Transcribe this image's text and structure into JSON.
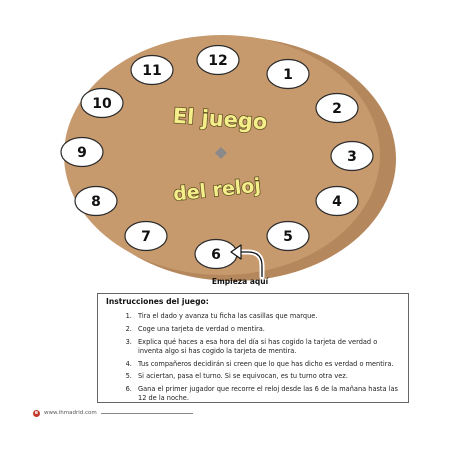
{
  "board": {
    "title_line1": "El juego",
    "title_line2": "del reloj",
    "start_label": "Empieza aquí",
    "start_arrow_icon": "curved-arrow-icon",
    "colors": {
      "board_fill": "#c79a6e",
      "board_rim": "#b5875c",
      "title_fill": "#f4ef8a",
      "title_outline": "#5a4a1c"
    },
    "hours": [
      "12",
      "1",
      "2",
      "3",
      "4",
      "5",
      "6",
      "7",
      "8",
      "9",
      "10",
      "11"
    ]
  },
  "instructions": {
    "heading": "Instrucciones del juego:",
    "steps": [
      "Tira el dado y avanza tu ficha las casillas que marque.",
      "Coge una tarjeta de verdad o mentira.",
      "Explica qué haces a esa hora del día si has cogido la tarjeta de verdad o inventa algo si has cogido la tarjeta de mentira.",
      "Tus compañeros decidirán si creen que lo que has dicho es verdad o mentira.",
      "Si aciertan, pasa el turno. Si se equivocan, es tu turno otra vez.",
      "Gana el primer jugador que recorre el reloj desde las 6 de la mañana hasta las 12 de la noche."
    ]
  },
  "footer": {
    "url": "www.ihmadrid.com",
    "logo_icon": "ih-logo-icon"
  }
}
